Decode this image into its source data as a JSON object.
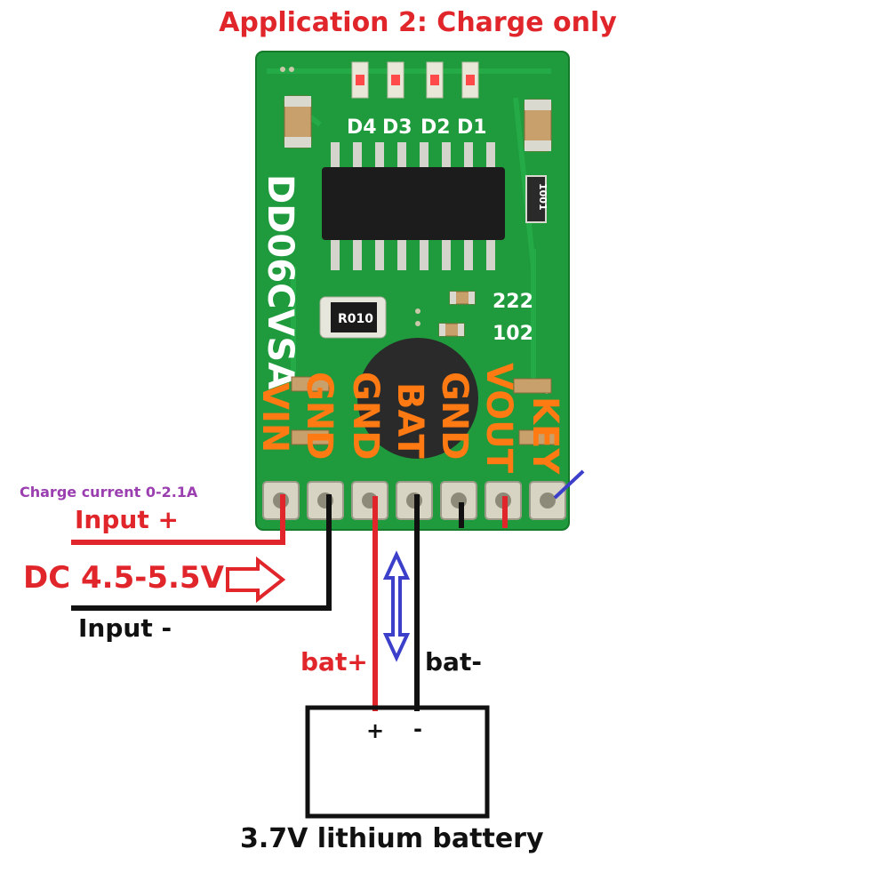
{
  "title": "Application 2: Charge only",
  "board": {
    "silkscreen": "DD06CVSA",
    "leds": [
      "D4",
      "D3",
      "D2",
      "D1"
    ],
    "inductor_markings": [
      "222",
      "102"
    ],
    "resistor_marking": "R010",
    "small_resistor_marking": "1001",
    "pins": [
      "VIN",
      "GND",
      "GND",
      "BAT",
      "GND",
      "VOUT",
      "KEY"
    ]
  },
  "labels": {
    "charge_current": "Charge current 0-2.1A",
    "input_plus": "Input +",
    "dc_range": "DC 4.5-5.5V",
    "input_minus": "Input -",
    "bat_plus": "bat+",
    "bat_minus": "bat-",
    "terminal_plus": "+",
    "terminal_minus": "-",
    "battery": "3.7V lithium battery"
  },
  "colors": {
    "title_red": "#e0262b",
    "pcb_green": "#1f9a3c",
    "pin_label_orange": "#ff7a12",
    "wire_red": "#e0262b",
    "wire_black": "#111111",
    "arrow_blue": "#3b3fc9",
    "note_purple": "#9b3fb0"
  }
}
